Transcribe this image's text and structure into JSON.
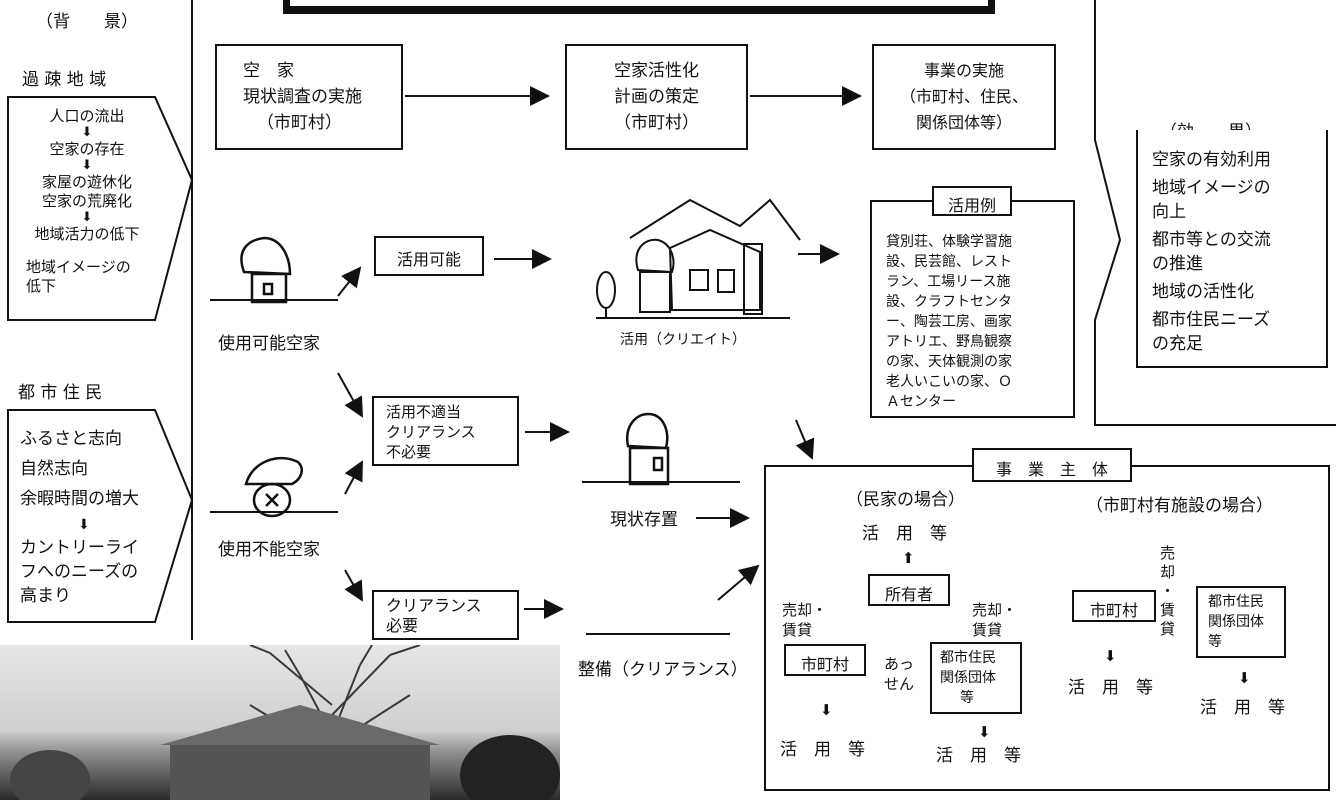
{
  "background": {
    "header": "（背　　景）",
    "kaso": {
      "title": "過 疎 地 域",
      "lines": [
        "人口の流出",
        "空家の存在",
        "家屋の遊休化",
        "空家の荒廃化",
        "地域活力の低下",
        "地域イメージの",
        "低下"
      ]
    },
    "toshi": {
      "title": "都 市 住 民",
      "lines": [
        "ふるさと志向",
        "自然志向",
        "余暇時間の増大",
        "カントリーライ",
        "フへのニーズの",
        "高まり"
      ]
    }
  },
  "process": {
    "survey": [
      "空　家",
      "現状調査の実施",
      "（市町村）"
    ],
    "plan": [
      "空家活性化",
      "計画の策定",
      "（市町村）"
    ],
    "implement": [
      "事業の実施",
      "（市町村、住民、",
      "関係団体等）"
    ]
  },
  "houses": {
    "usable_label": "使用可能空家",
    "unusable_label": "使用不能空家",
    "usable_option": "活用可能",
    "unsuitable_option": [
      "活用不適当",
      "クリアランス",
      "不必要"
    ],
    "clearance_option": [
      "クリアランス",
      "必要"
    ],
    "katsuyo_label": "活用（クリエイト）",
    "status_quo_label": "現状存置",
    "seibi_label": "整備（クリアランス）"
  },
  "examples": {
    "title": "活用例",
    "lines": [
      "貸別荘、体験学習施",
      "設、民芸館、レスト",
      "ラン、工場リース施",
      "設、クラフトセンタ",
      "ー、陶芸工房、画家",
      "アトリエ、野鳥観察",
      "の家、天体観測の家",
      "老人いこいの家、Ｏ",
      "Ａセンター"
    ]
  },
  "effects": {
    "header": "（効　　果）",
    "lines": [
      "空家の有効利用",
      "地域イメージの",
      "向上",
      "都市等との交流",
      "の推進",
      "地域の活性化",
      "都市住民ニーズ",
      "の充足"
    ]
  },
  "actors": {
    "title": "事　業　主　体",
    "private": {
      "header": "（民家の場合）",
      "katsuyo_top": "活　用　等",
      "owner": "所有者",
      "sell_left": [
        "売却・",
        "賃貸"
      ],
      "sell_right": [
        "売却・",
        "賃貸"
      ],
      "muni": "市町村",
      "assen": [
        "あっ",
        "せん"
      ],
      "group": [
        "都市住民",
        "関係団体",
        "等"
      ],
      "katsuyo_left": "活　用　等",
      "katsuyo_right": "活　用　等"
    },
    "municipal": {
      "header": "（市町村有施設の場合）",
      "muni": "市町村",
      "sell": [
        "売",
        "却",
        "・",
        "賃",
        "貸"
      ],
      "group": [
        "都市住民",
        "関係団体",
        "等"
      ],
      "katsuyo_left": "活　用　等",
      "katsuyo_right": "活　用　等"
    }
  },
  "glyphs": {
    "down_arrow": "⬇",
    "up_arrow": "⬆"
  }
}
